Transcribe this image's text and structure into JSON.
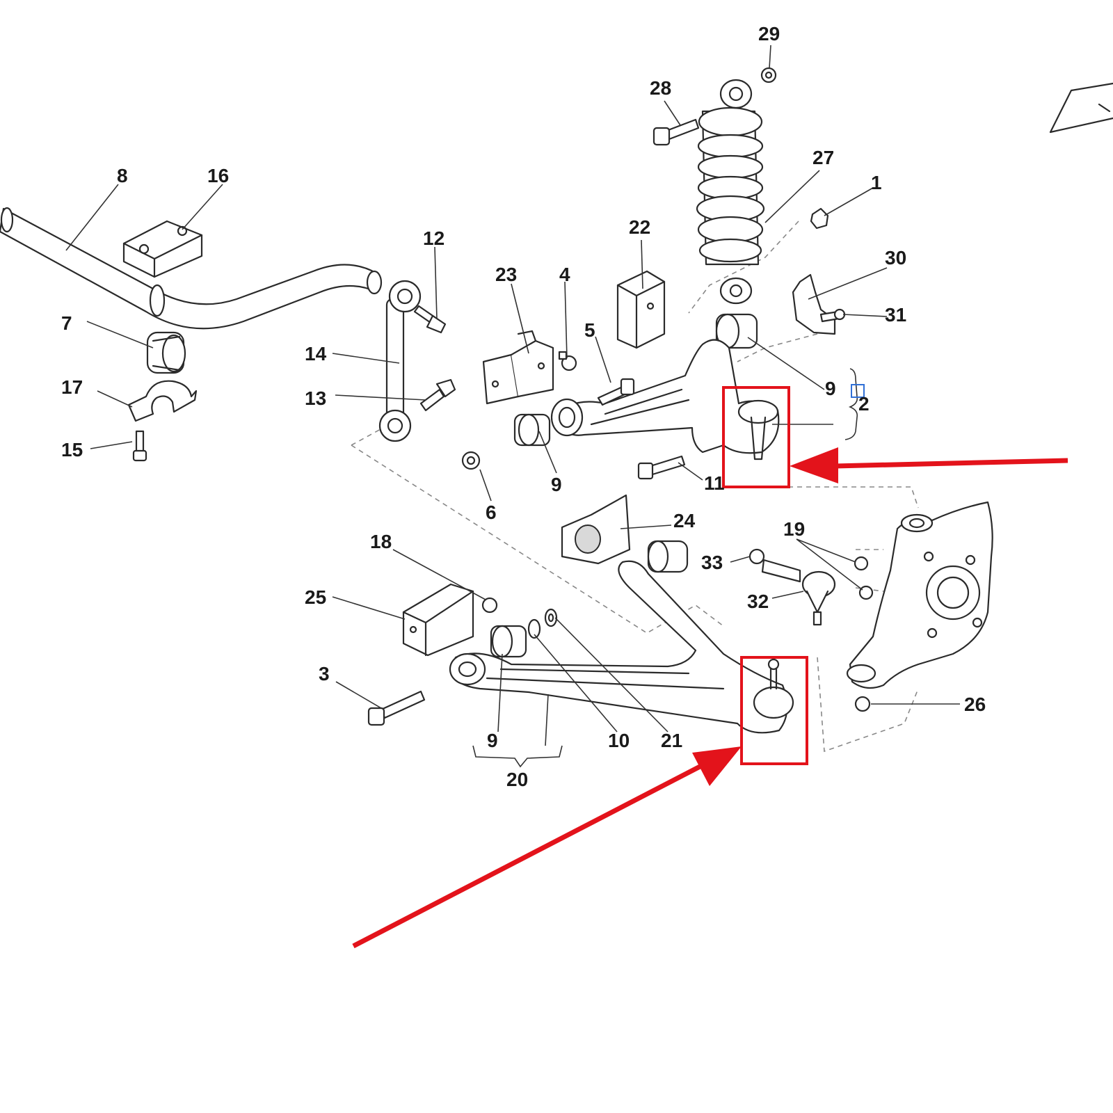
{
  "callouts": [
    {
      "id": "c1",
      "label": "1"
    },
    {
      "id": "c2",
      "label": "2"
    },
    {
      "id": "c3",
      "label": "3"
    },
    {
      "id": "c4",
      "label": "4"
    },
    {
      "id": "c5",
      "label": "5"
    },
    {
      "id": "c6",
      "label": "6"
    },
    {
      "id": "c7",
      "label": "7"
    },
    {
      "id": "c8",
      "label": "8"
    },
    {
      "id": "c9a",
      "label": "9"
    },
    {
      "id": "c9b",
      "label": "9"
    },
    {
      "id": "c9c",
      "label": "9"
    },
    {
      "id": "c10",
      "label": "10"
    },
    {
      "id": "c11",
      "label": "11"
    },
    {
      "id": "c12",
      "label": "12"
    },
    {
      "id": "c13",
      "label": "13"
    },
    {
      "id": "c14",
      "label": "14"
    },
    {
      "id": "c15",
      "label": "15"
    },
    {
      "id": "c16",
      "label": "16"
    },
    {
      "id": "c17",
      "label": "17"
    },
    {
      "id": "c18",
      "label": "18"
    },
    {
      "id": "c19",
      "label": "19"
    },
    {
      "id": "c20",
      "label": "20"
    },
    {
      "id": "c21",
      "label": "21"
    },
    {
      "id": "c22",
      "label": "22"
    },
    {
      "id": "c23",
      "label": "23"
    },
    {
      "id": "c24",
      "label": "24"
    },
    {
      "id": "c25",
      "label": "25"
    },
    {
      "id": "c26",
      "label": "26"
    },
    {
      "id": "c27",
      "label": "27"
    },
    {
      "id": "c28",
      "label": "28"
    },
    {
      "id": "c29",
      "label": "29"
    },
    {
      "id": "c30",
      "label": "30"
    },
    {
      "id": "c31",
      "label": "31"
    },
    {
      "id": "c32",
      "label": "32"
    },
    {
      "id": "c33",
      "label": "33"
    }
  ],
  "colors": {
    "highlight": "#e3131b",
    "line": "#2a2a2a",
    "leader_dash": "#888888",
    "marker_blue": "#2f6fd6"
  }
}
